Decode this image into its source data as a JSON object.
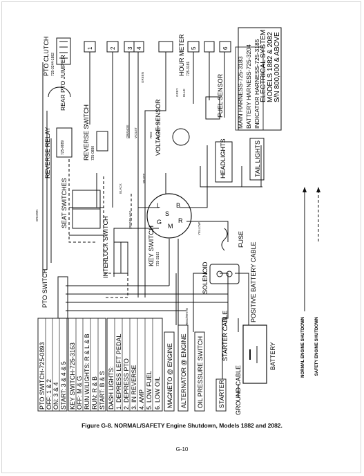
{
  "figure": {
    "caption_label": "Figure G-8.",
    "caption_text": "NORMAL/SAFETY Engine Shutdown, Models 1882 and 2082.",
    "page_number": "G-10"
  },
  "legend": {
    "normal": "NORMAL ENGINE SHUTDOWN",
    "safety": "SAFETY ENGINE SHUTDOWN"
  },
  "harness_box": {
    "lines": [
      "MAIN HARNESS-725-3183",
      "BATTERY HARNESS-725-3204",
      "INDICATOR HARNESS-725-3185"
    ]
  },
  "electrical_box": {
    "lines": [
      "ELECTRICAL SYSTEM",
      "MODELS 1882 & 2082",
      "S/N 800,000 & ABOVE"
    ]
  },
  "tables": {
    "pto": [
      "PTO SWITCH-725-0893",
      "OFF: 1 & 2",
      "ON: 3 & 4",
      "START: 3 & 4 & 5"
    ],
    "key": [
      "KEY SWITCH-725-3163",
      "OFF: M & G",
      "RUN W/LIGHTS: R & L & B",
      "RUN: R & B",
      "START: B & S"
    ],
    "dash": [
      "DASH LIGHTS:",
      "1. DEPRESS LEFT PEDAL",
      "2. DEPRESS PTO",
      "3. IN REVERSE",
      "4. AMP",
      "5. LOW FUEL",
      "6. LOW OIL"
    ],
    "magneto": "MAGNETO @ ENGINE",
    "alternator": "ALTERNATOR @ ENGINE",
    "oil_pressure": "OIL PRESSURE SWITCH",
    "starter": "STARTER"
  },
  "labels": {
    "pto_clutch": "PTO CLUTCH",
    "pto_clutch_pn": "725-3244-1882",
    "rear_pto_jumper": "REAR PTO JUMPER",
    "reverse_relay": "REVERSE RELAY",
    "reverse_relay_pn": "725-0889",
    "reverse_switch": "REVERSE SWITCH",
    "reverse_switch_pn": "725-0890",
    "seat_switches": "SEAT SWITCHES",
    "interlock_switch": "INTERLOCK SWITCH",
    "pto_switch": "PTO SWITCH",
    "key_switch": "KEY SWITCH",
    "key_switch_pn": "725-3163",
    "hour_meter": "HOUR METER",
    "hour_meter_pn": "725-3181",
    "fuel_sensor": "FUEL SENSOR",
    "voltage_sensor": "VOLTAGE SENSOR",
    "headlights": "HEADLIGHTS",
    "tail_lights": "TAIL LIGHTS",
    "fuse": "FUSE",
    "solenoid": "SOLENOID",
    "starter_cable": "STARTER CABLE",
    "positive_battery_cable": "POSITIVE BATTERY CABLE",
    "battery": "BATTERY",
    "ground_cable": "GROUND CABLE",
    "dash_numbers": [
      "1",
      "2",
      "3",
      "4",
      "5",
      "6"
    ]
  },
  "wire_labels": {
    "green": "GREEN",
    "orange": "ORANGE",
    "grey": "GREY",
    "violet": "VIOLET",
    "red": "RED",
    "black": "BLACK",
    "white": "WHITE",
    "blue": "BLUE",
    "brown": "BROWN",
    "yellow": "YELLOW",
    "red_white": "RED/WHITE",
    "red_black": "RED/BLACK",
    "blue_white": "BLUE/WHITE"
  }
}
